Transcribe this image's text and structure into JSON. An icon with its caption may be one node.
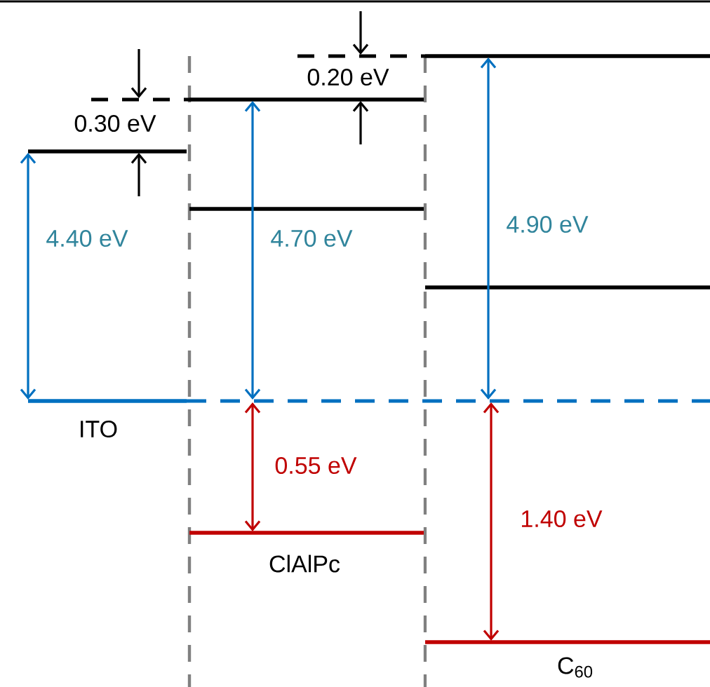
{
  "diagram": {
    "labels": [
      "0.20 eV",
      "0.30 eV",
      "4.90 eV",
      "4.40 eV",
      "4.70 eV",
      "ITO",
      "0.55 eV",
      "1.40 eV",
      "ClAlPc",
      "C$_{60}$"
    ]
  }
}
